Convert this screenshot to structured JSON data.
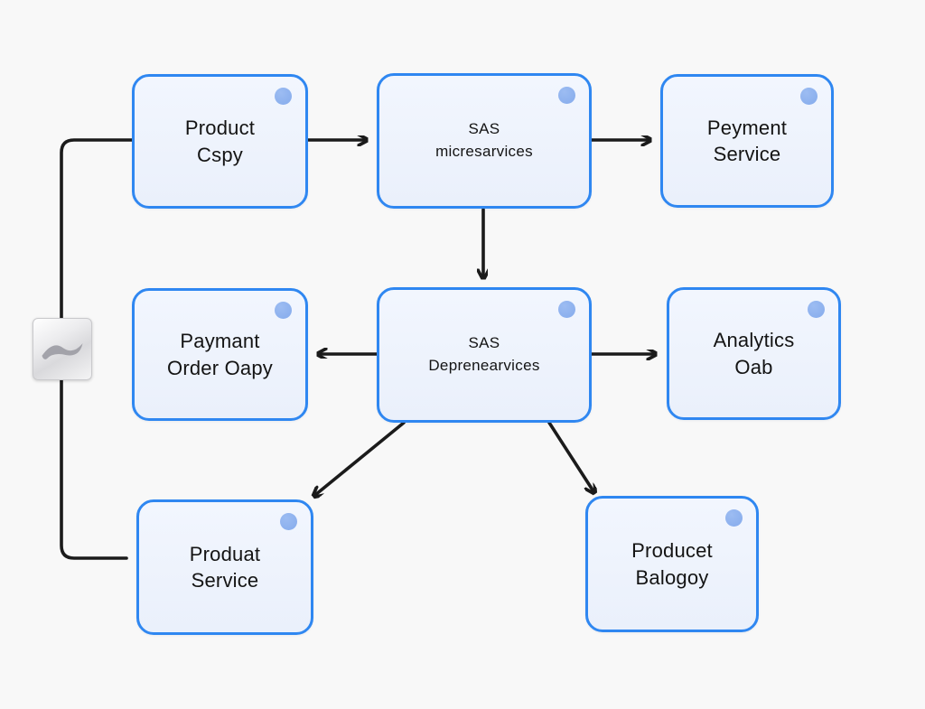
{
  "diagram": {
    "title": "service-architecture-flowchart",
    "nodes": {
      "product_copy": {
        "line1": "Product",
        "line2": "Cspy"
      },
      "saas_microservices": {
        "line1": "SAS",
        "line2": "micresarvices"
      },
      "payment_service": {
        "line1": "Peyment",
        "line2": "Service"
      },
      "payment_order": {
        "line1": "Paymant",
        "line2": "Order Oapy"
      },
      "saas_dependencies": {
        "line1": "SAS",
        "line2": "Deprenearvices"
      },
      "analytics_db": {
        "line1": "Analytics",
        "line2": "Oab"
      },
      "product_service": {
        "line1": "Produat",
        "line2": "Service"
      },
      "product_catalog": {
        "line1": "Producet",
        "line2": "Balogoy"
      }
    },
    "edges": [
      {
        "from": "product_copy",
        "to": "saas_microservices",
        "style": "arrow"
      },
      {
        "from": "saas_microservices",
        "to": "payment_service",
        "style": "arrow"
      },
      {
        "from": "saas_microservices",
        "to": "saas_dependencies",
        "style": "arrow"
      },
      {
        "from": "saas_dependencies",
        "to": "payment_order",
        "style": "arrow"
      },
      {
        "from": "saas_dependencies",
        "to": "analytics_db",
        "style": "arrow"
      },
      {
        "from": "saas_dependencies",
        "to": "product_service",
        "style": "arrow-diagonal"
      },
      {
        "from": "saas_dependencies",
        "to": "product_catalog",
        "style": "arrow-diagonal"
      },
      {
        "from": "product_copy",
        "to": "product_service",
        "style": "elbow-line-no-arrow"
      }
    ],
    "icon": {
      "name": "wave-swoosh-icon"
    },
    "colors": {
      "background": "#f8f8f8",
      "node_fill": "#eef2fc",
      "node_border": "#2f87f1",
      "node_dot": "#8bb0ee",
      "connector": "#1b1b1b",
      "text": "#141414",
      "icon_glyph": "#9b9ba3"
    }
  }
}
